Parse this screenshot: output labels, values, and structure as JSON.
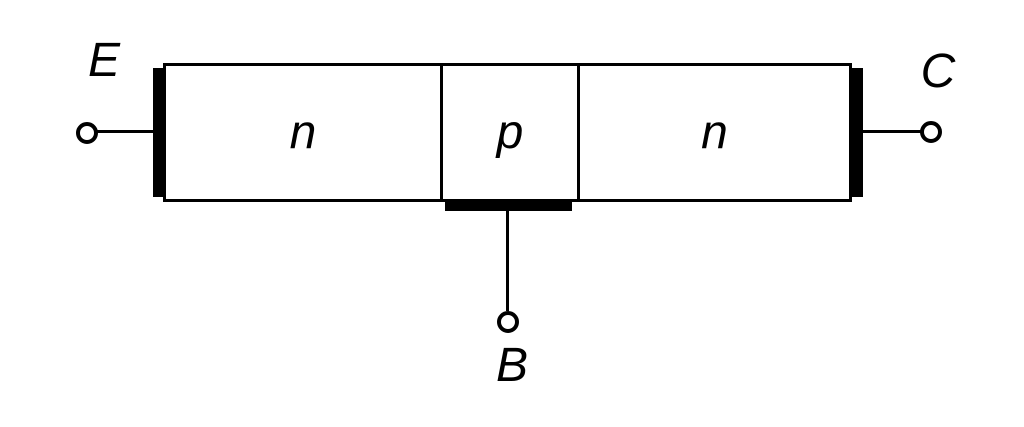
{
  "colors": {
    "ink": "#000000",
    "background": "#ffffff"
  },
  "diagram": {
    "type": "npn-transistor-structure",
    "regions": [
      {
        "id": "emitter-region",
        "label": "n"
      },
      {
        "id": "base-region",
        "label": "p"
      },
      {
        "id": "collector-region",
        "label": "n"
      }
    ],
    "terminals": [
      {
        "id": "emitter",
        "label": "E",
        "position": "left"
      },
      {
        "id": "collector",
        "label": "C",
        "position": "right"
      },
      {
        "id": "base",
        "label": "B",
        "position": "bottom"
      }
    ]
  }
}
